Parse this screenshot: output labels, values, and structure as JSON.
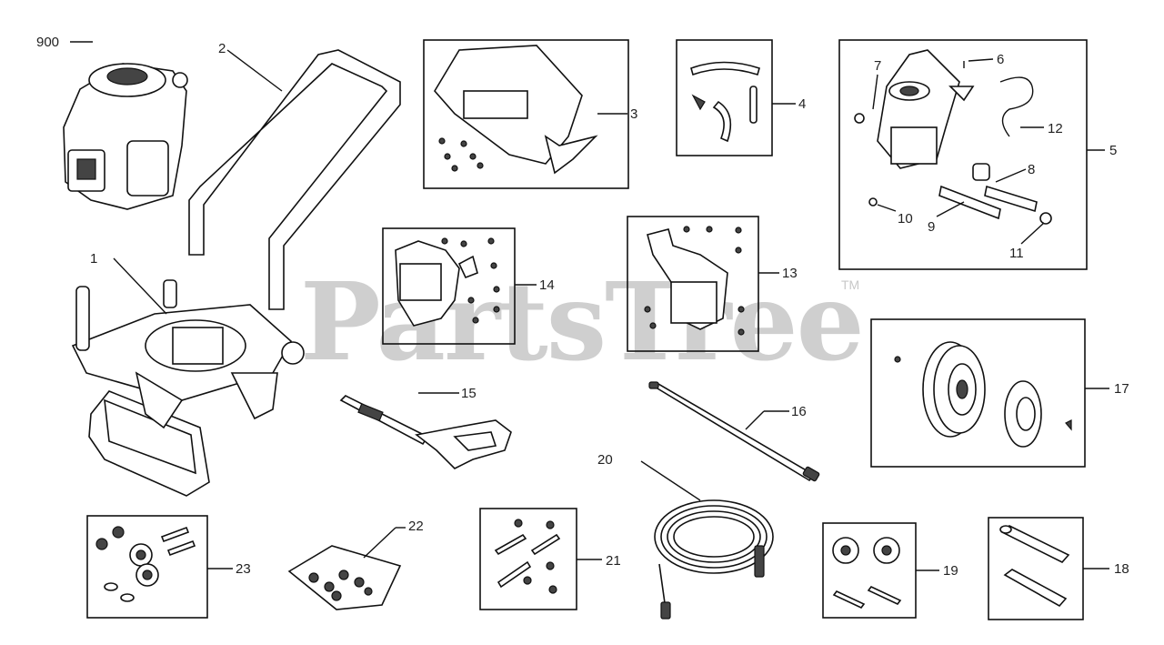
{
  "watermark": {
    "text": "PartsTree",
    "trademark": "TM"
  },
  "callouts": [
    "900",
    "1",
    "2",
    "3",
    "4",
    "5",
    "6",
    "7",
    "8",
    "9",
    "10",
    "11",
    "12",
    "13",
    "14",
    "15",
    "16",
    "17",
    "18",
    "19",
    "20",
    "21",
    "22",
    "23"
  ]
}
